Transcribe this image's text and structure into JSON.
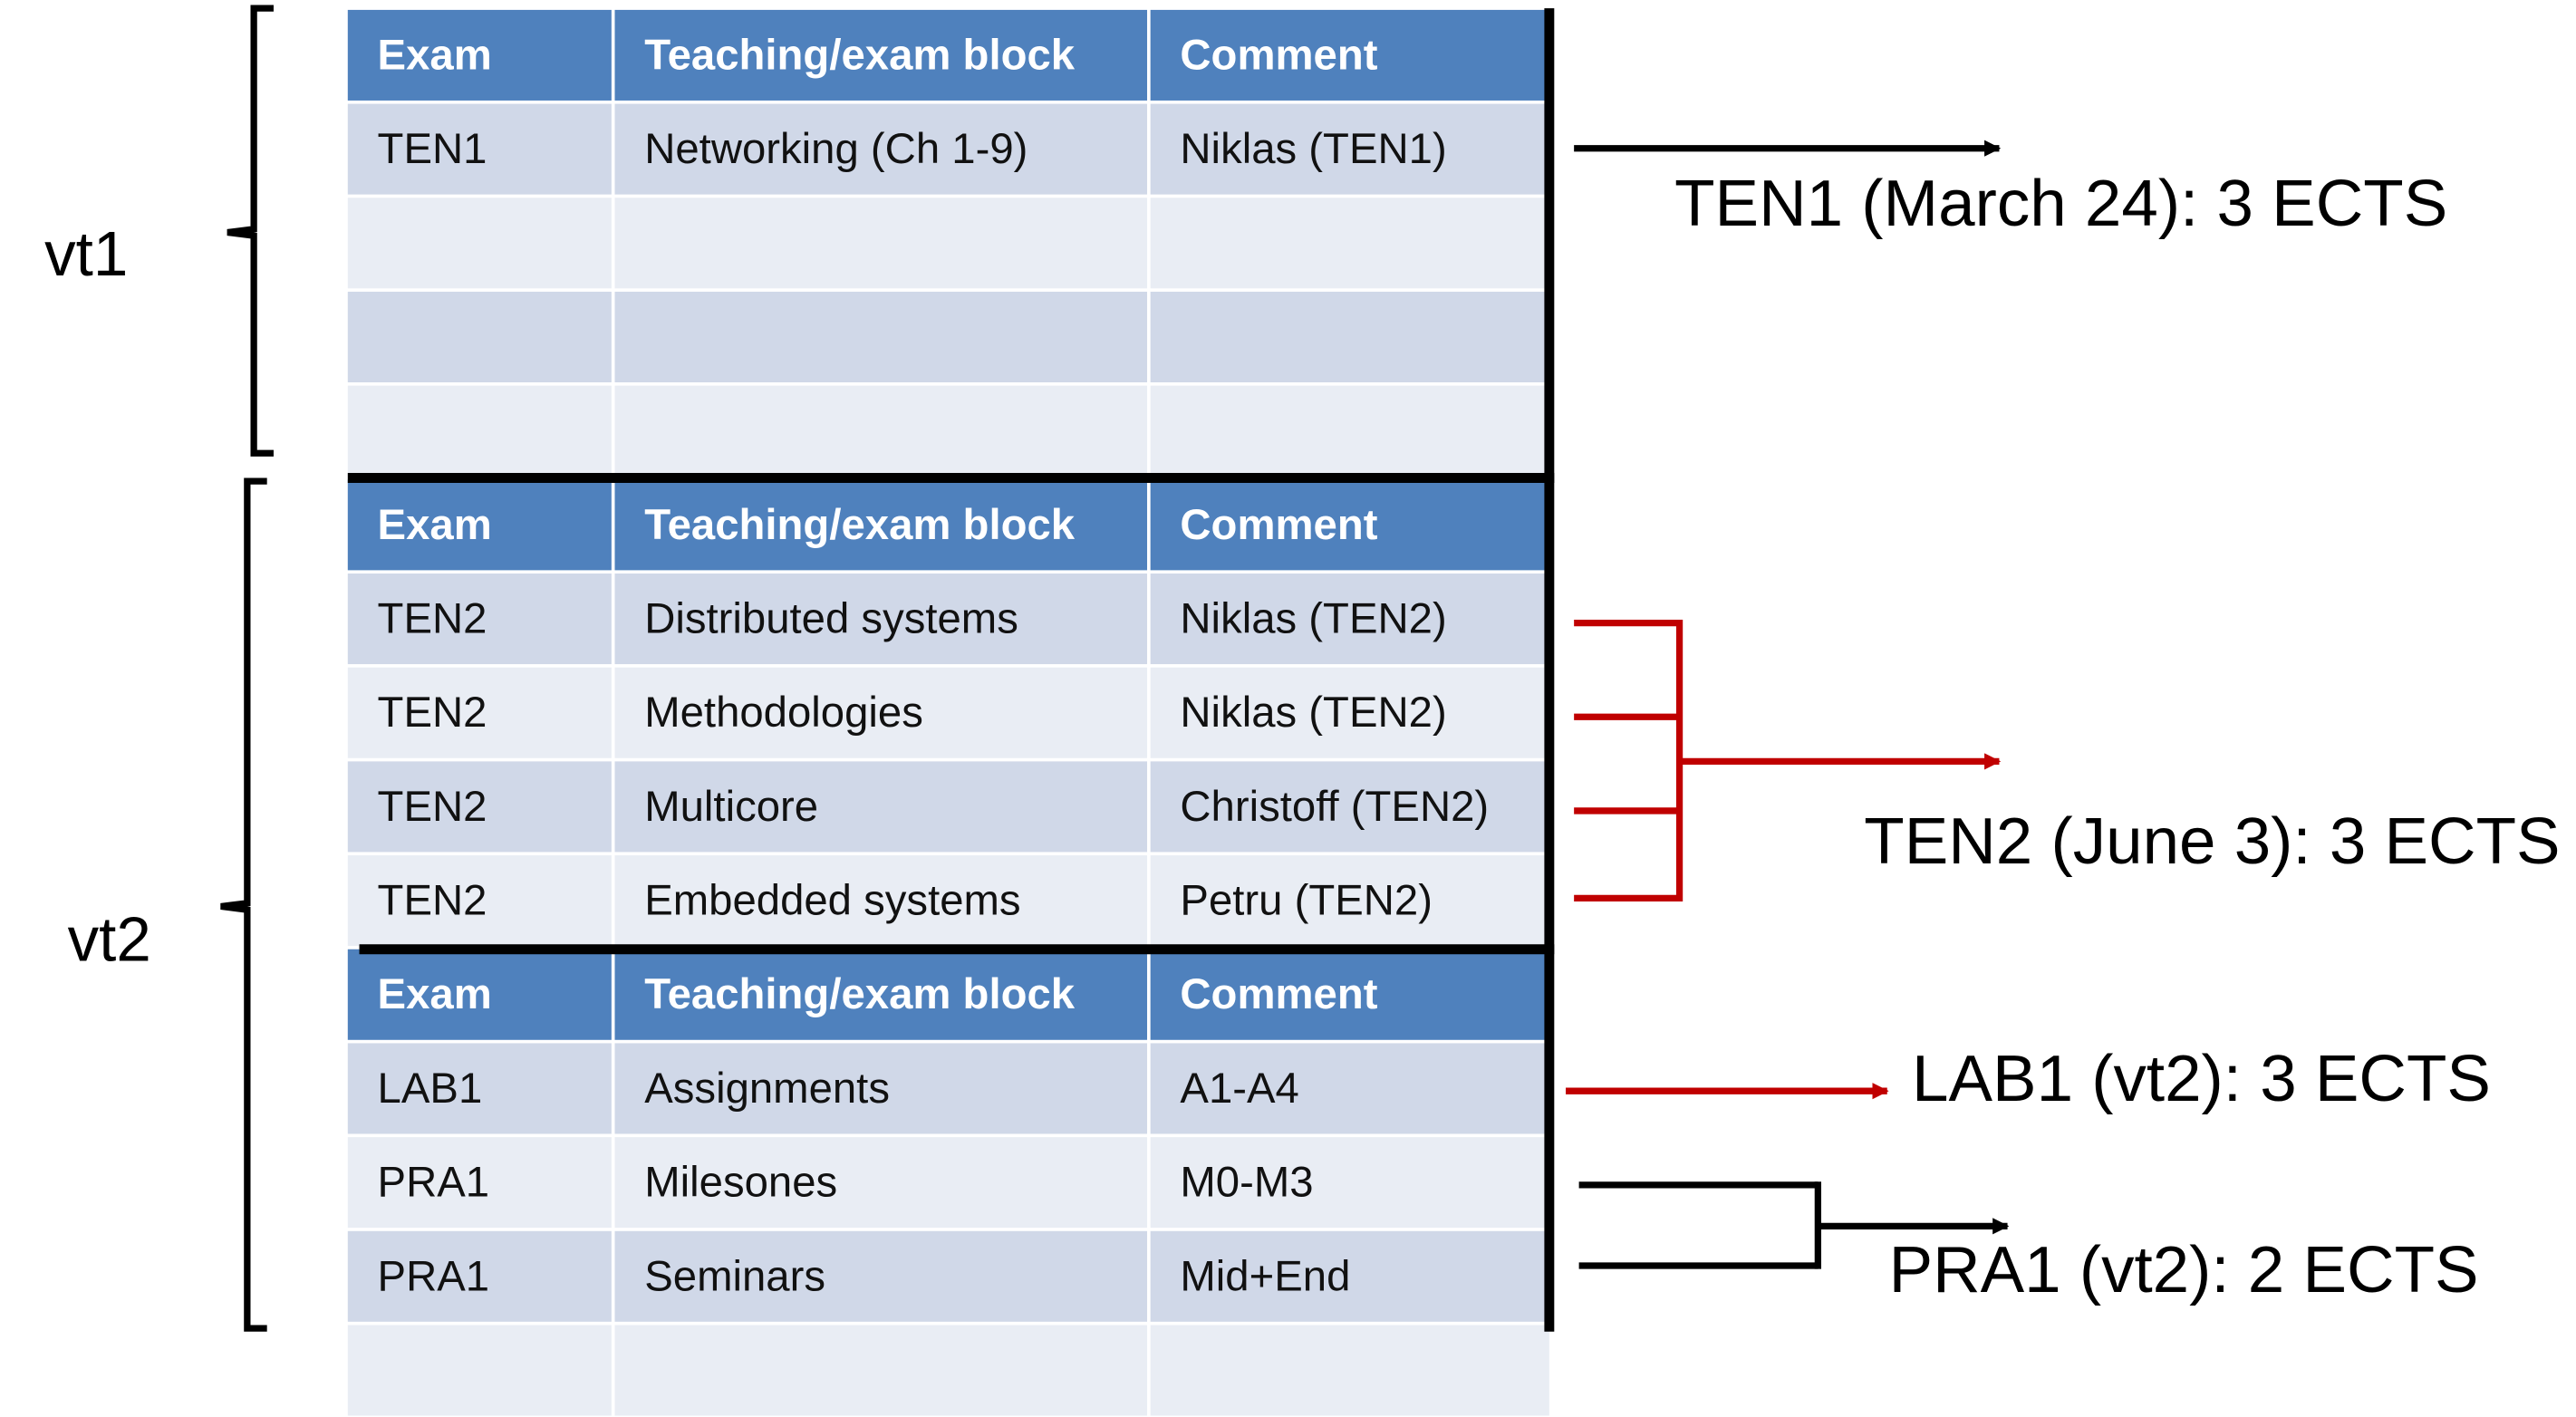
{
  "periods": [
    {
      "label": "vt1"
    },
    {
      "label": "vt2"
    }
  ],
  "tables": [
    {
      "headers": [
        "Exam",
        "Teaching/exam block",
        "Comment"
      ],
      "rows": [
        [
          "TEN1",
          "Networking (Ch 1-9)",
          "Niklas (TEN1)"
        ],
        [
          "",
          "",
          ""
        ],
        [
          "",
          "",
          ""
        ],
        [
          "",
          "",
          ""
        ]
      ]
    },
    {
      "headers": [
        "Exam",
        "Teaching/exam block",
        "Comment"
      ],
      "rows": [
        [
          "TEN2",
          "Distributed systems",
          "Niklas (TEN2)"
        ],
        [
          "TEN2",
          "Methodologies",
          "Niklas (TEN2)"
        ],
        [
          "TEN2",
          "Multicore",
          "Christoff (TEN2)"
        ],
        [
          "TEN2",
          "Embedded systems",
          "Petru (TEN2)"
        ]
      ]
    },
    {
      "headers": [
        "Exam",
        "Teaching/exam block",
        "Comment"
      ],
      "rows": [
        [
          "LAB1",
          "Assignments",
          "A1-A4"
        ],
        [
          "PRA1",
          "Milesones",
          "M0-M3"
        ],
        [
          "PRA1",
          "Seminars",
          "Mid+End"
        ],
        [
          "",
          "",
          ""
        ]
      ]
    }
  ],
  "results": [
    {
      "text": "TEN1  (March 24): 3 ECTS"
    },
    {
      "text": "TEN2  (June 3): 3 ECTS"
    },
    {
      "text": "LAB1  (vt2): 3 ECTS"
    },
    {
      "text": "PRA1  (vt2): 2 ECTS"
    }
  ],
  "colors": {
    "header_fill": "#4f81bd",
    "row_odd": "#d0d8e8",
    "row_even": "#e9edf4",
    "arrow_black": "#000000",
    "arrow_red": "#c00000"
  }
}
